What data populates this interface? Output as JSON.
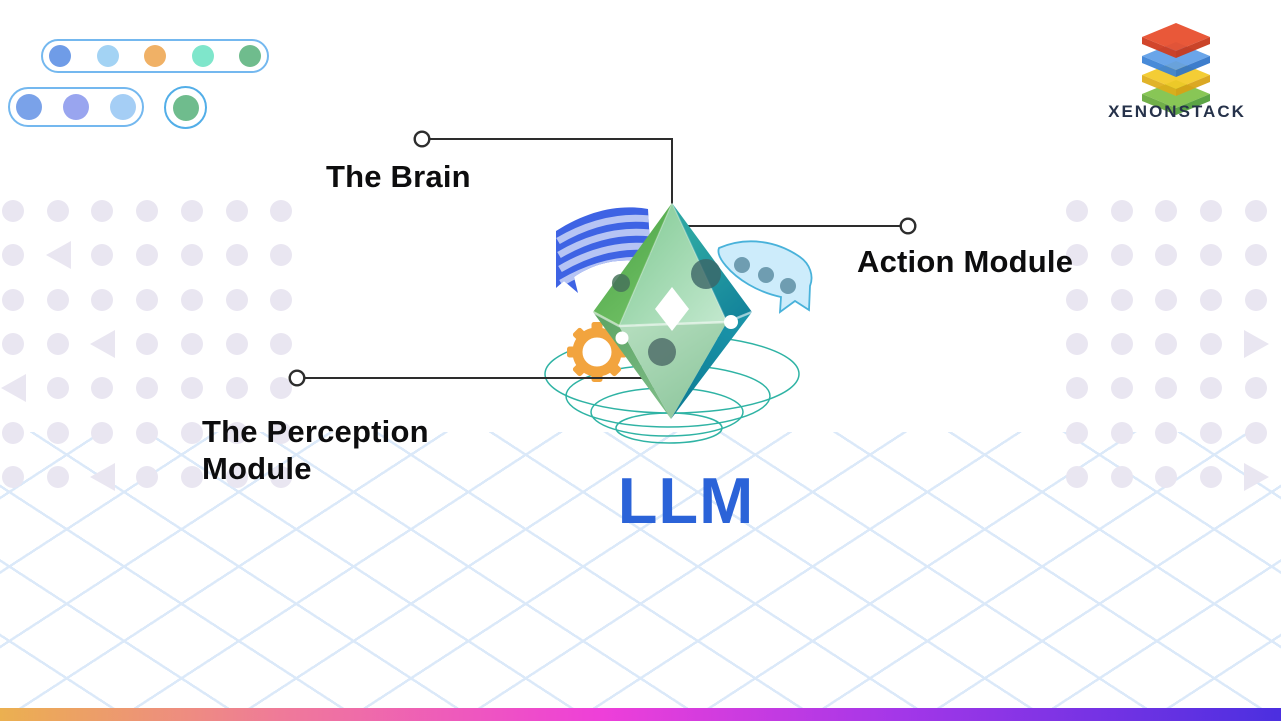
{
  "diagram": {
    "brain_label": "The Brain",
    "action_label": "Action Module",
    "perception_label": "The Perception Module",
    "center_label": "LLM"
  },
  "logo": {
    "wordmark": "XENONSTACK"
  },
  "icons": {
    "gem": "gem-diamond-icon",
    "gear": "gear-icon",
    "banner": "striped-ribbon-banner-icon",
    "chat": "dotted-chat-ribbon-icon",
    "orbit": "orbit-rings-icon",
    "logo": "stacked-layers-icon"
  },
  "colors": {
    "llm_text": "#2b63d8",
    "label_text": "#0d0d0e",
    "connector": "#2d2d2d",
    "gear_orange": "#f2a43e",
    "ring_teal": "#2fb3a4",
    "banner_blue": "#3e63e4",
    "banner_stripe": "#b6c4f4",
    "chat_fill": "#cdecfb",
    "chat_stroke": "#49b2da",
    "gem_green": "#62b757",
    "gem_teal": "#117f9a",
    "pattern_dot": "#e9e6f1",
    "grid_blue": "#dbe9f9",
    "accent_bar": [
      "#ebb050",
      "#ef7a99",
      "#ee3fd9",
      "#a437e8",
      "#4b2fe0"
    ],
    "logo_layers": [
      "#e8502f",
      "#5f9fe8",
      "#f4ca26",
      "#7fc24a"
    ],
    "logo_text": "#26324a"
  },
  "decorations": {
    "pill_row1_dots": [
      "#6f9ce7",
      "#a3d3f4",
      "#f0b166",
      "#7fe6cb",
      "#6fbc8d"
    ],
    "pill_row2_dots": [
      "#7aa2e9",
      "#99a5ef",
      "#a5cef5"
    ],
    "ring_dot": "#6fbc8d"
  }
}
